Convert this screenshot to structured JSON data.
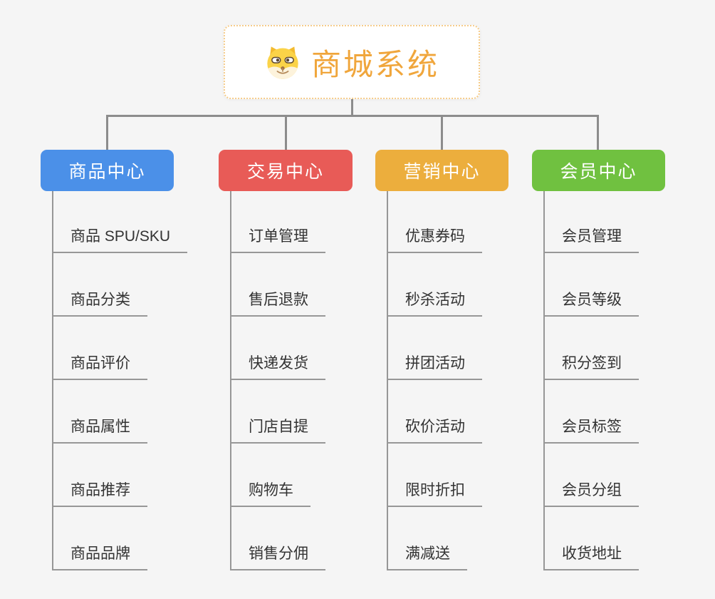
{
  "root": {
    "title": "商城系统",
    "icon": "dog-face-icon"
  },
  "branches": [
    {
      "label": "商品中心",
      "color": "#4b90e8",
      "items": [
        "商品 SPU/SKU",
        "商品分类",
        "商品评价",
        "商品属性",
        "商品推荐",
        "商品品牌"
      ]
    },
    {
      "label": "交易中心",
      "color": "#e85b57",
      "items": [
        "订单管理",
        "售后退款",
        "快递发货",
        "门店自提",
        "购物车",
        "销售分佣"
      ]
    },
    {
      "label": "营销中心",
      "color": "#ecae3d",
      "items": [
        "优惠券码",
        "秒杀活动",
        "拼团活动",
        "砍价活动",
        "限时折扣",
        "满减送"
      ]
    },
    {
      "label": "会员中心",
      "color": "#70c140",
      "items": [
        "会员管理",
        "会员等级",
        "积分签到",
        "会员标签",
        "会员分组",
        "收货地址"
      ]
    }
  ],
  "colors": {
    "canvas_bg": "#f5f5f5",
    "connector": "#8c8c8c",
    "underline": "#979797",
    "root_accent": "#f0a63c",
    "root_border": "#f6cc8a"
  }
}
